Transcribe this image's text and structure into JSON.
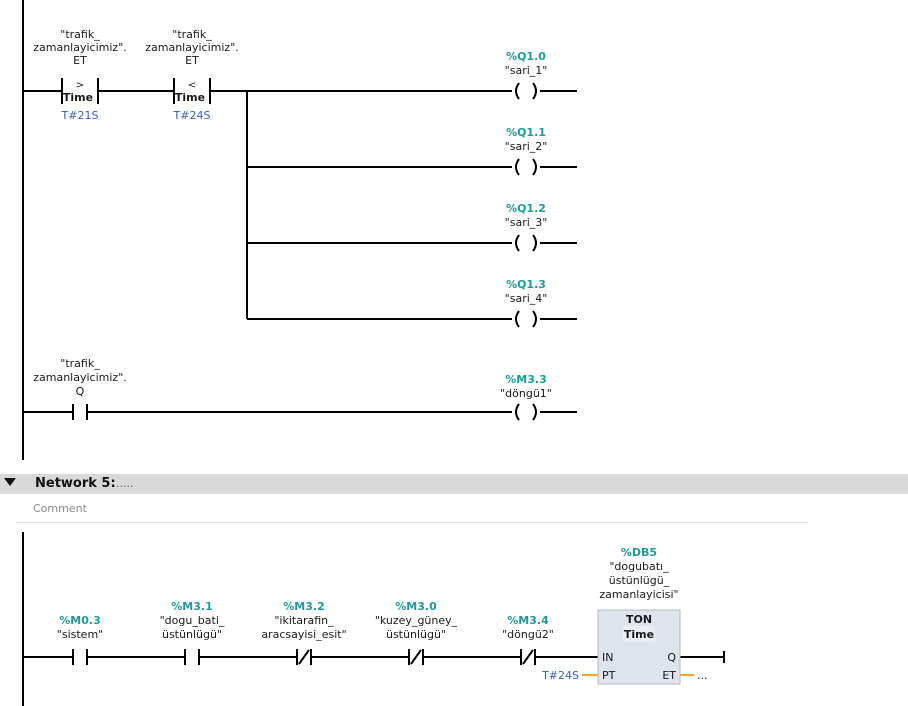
{
  "network4": {
    "cmp1": {
      "operand_line1": "\"trafik_",
      "operand_line2": "zamanlayicimiz\".",
      "operand_line3": "ET",
      "op": ">",
      "type": "Time",
      "param": "T#21S"
    },
    "cmp2": {
      "operand_line1": "\"trafik_",
      "operand_line2": "zamanlayicimiz\".",
      "operand_line3": "ET",
      "op": "<",
      "type": "Time",
      "param": "T#24S"
    },
    "coils": [
      {
        "addr": "%Q1.0",
        "name": "\"sari_1\""
      },
      {
        "addr": "%Q1.1",
        "name": "\"sari_2\""
      },
      {
        "addr": "%Q1.2",
        "name": "\"sari_3\""
      },
      {
        "addr": "%Q1.3",
        "name": "\"sari_4\""
      }
    ],
    "rung2": {
      "contact": {
        "line1": "\"trafik_",
        "line2": "zamanlayicimiz\".",
        "line3": "Q"
      },
      "coil": {
        "addr": "%M3.3",
        "name": "\"döngü1\""
      }
    }
  },
  "network5": {
    "title": "Network 5:",
    "dots": ".....",
    "comment": "Comment",
    "contacts": [
      {
        "addr": "%M0.3",
        "line1": "\"sistem\"",
        "line2": ""
      },
      {
        "addr": "%M3.1",
        "line1": "\"dogu_bati_",
        "line2": "üstünlügü\""
      },
      {
        "addr": "%M3.2",
        "line1": "\"ikitarafin_",
        "line2": "aracsayisi_esit\""
      },
      {
        "addr": "%M3.0",
        "line1": "\"kuzey_güney_",
        "line2": "üstünlügü\""
      },
      {
        "addr": "%M3.4",
        "line1": "\"döngü2\"",
        "line2": ""
      }
    ],
    "timer": {
      "db": "%DB5",
      "name_line1": "\"dogubatı_",
      "name_line2": "üstünlügü_",
      "name_line3": "zamanlayicisi\"",
      "type": "TON",
      "subtype": "Time",
      "in": "IN",
      "pt": "PT",
      "q": "Q",
      "et": "ET",
      "pt_value": "T#24S",
      "et_value": "..."
    }
  }
}
